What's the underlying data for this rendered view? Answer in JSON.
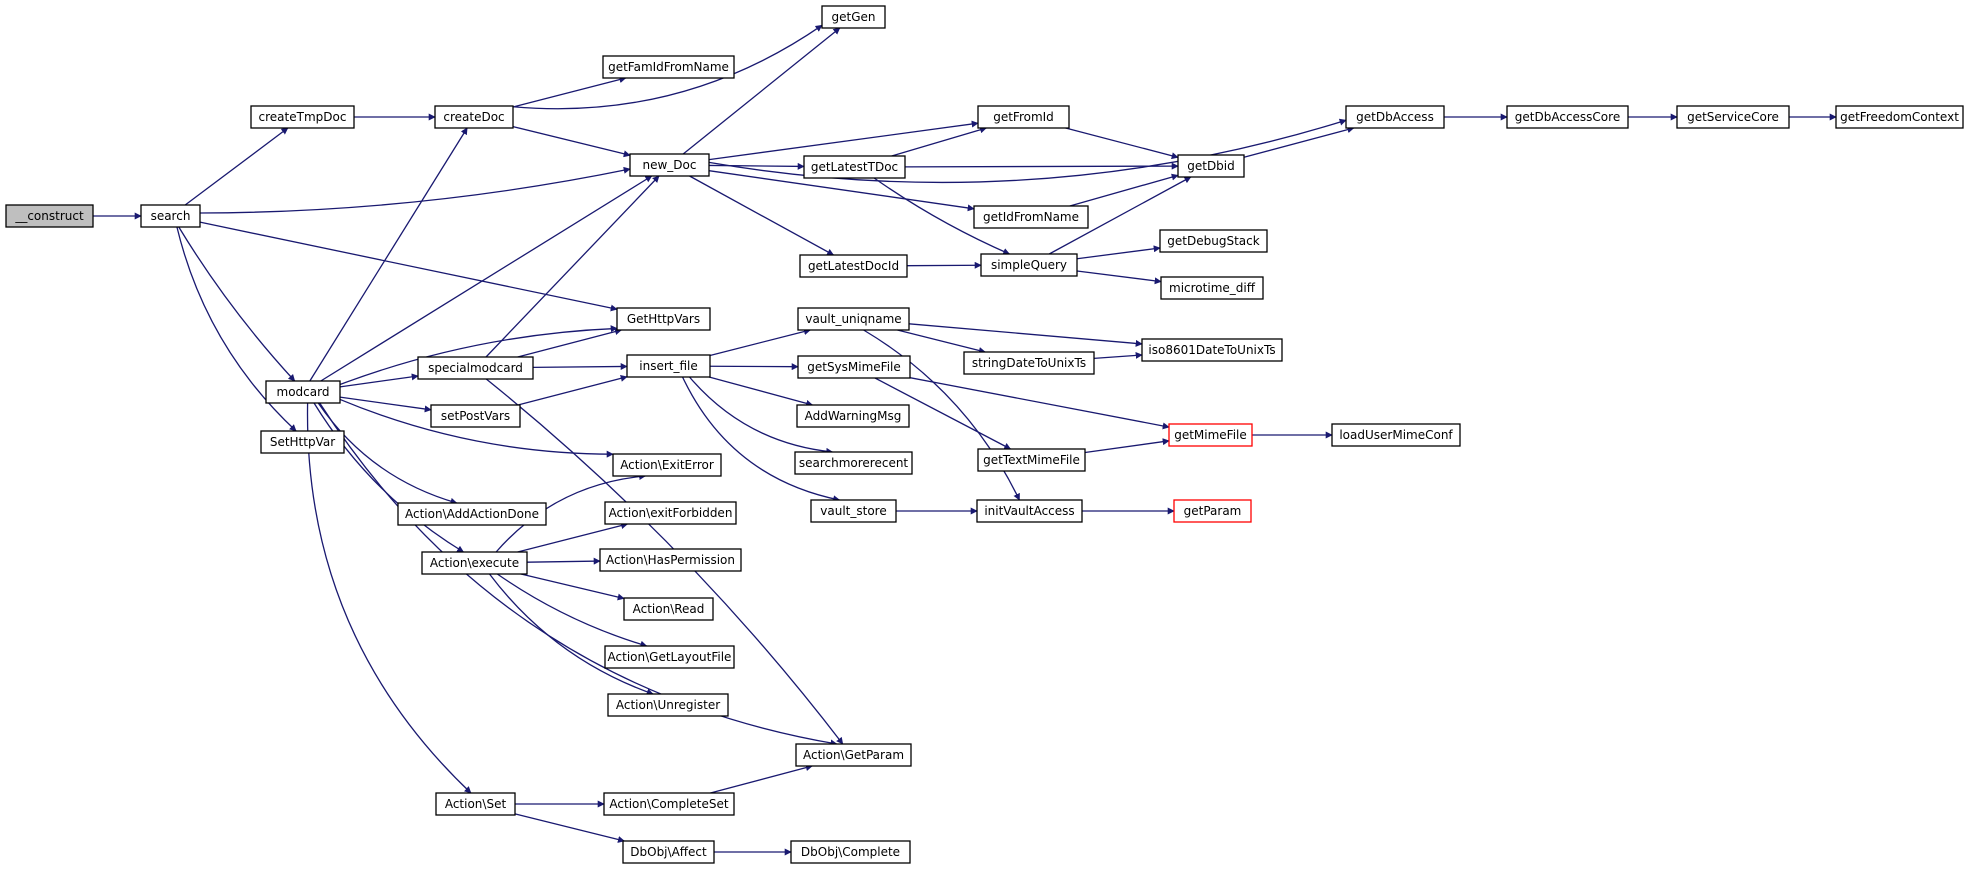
{
  "colors": {
    "edge": "#191970",
    "node_border": "#000000",
    "root_fill": "#bfbfbf",
    "truncated_border": "#ff0000",
    "background": "#ffffff"
  },
  "nodes": [
    {
      "id": "construct",
      "label": "__construct",
      "style": "root"
    },
    {
      "id": "search",
      "label": "search"
    },
    {
      "id": "createTmpDoc",
      "label": "createTmpDoc"
    },
    {
      "id": "createDoc",
      "label": "createDoc"
    },
    {
      "id": "getFamIdFromName",
      "label": "getFamIdFromName"
    },
    {
      "id": "getGen",
      "label": "getGen"
    },
    {
      "id": "new_Doc",
      "label": "new_Doc"
    },
    {
      "id": "getFromId",
      "label": "getFromId"
    },
    {
      "id": "getDbAccess",
      "label": "getDbAccess"
    },
    {
      "id": "getDbAccessCore",
      "label": "getDbAccessCore"
    },
    {
      "id": "getServiceCore",
      "label": "getServiceCore"
    },
    {
      "id": "getFreedomContext",
      "label": "getFreedomContext"
    },
    {
      "id": "getLatestTDoc",
      "label": "getLatestTDoc"
    },
    {
      "id": "getDbid",
      "label": "getDbid"
    },
    {
      "id": "getIdFromName",
      "label": "getIdFromName"
    },
    {
      "id": "getDebugStack",
      "label": "getDebugStack"
    },
    {
      "id": "getLatestDocId",
      "label": "getLatestDocId"
    },
    {
      "id": "simpleQuery",
      "label": "simpleQuery"
    },
    {
      "id": "microtime_diff",
      "label": "microtime_diff"
    },
    {
      "id": "GetHttpVars",
      "label": "GetHttpVars"
    },
    {
      "id": "vault_uniqname",
      "label": "vault_uniqname"
    },
    {
      "id": "stringDateToUnixTs",
      "label": "stringDateToUnixTs"
    },
    {
      "id": "iso8601DateToUnixTs",
      "label": "iso8601DateToUnixTs"
    },
    {
      "id": "modcard",
      "label": "modcard"
    },
    {
      "id": "specialmodcard",
      "label": "specialmodcard"
    },
    {
      "id": "insert_file",
      "label": "insert_file"
    },
    {
      "id": "getSysMimeFile",
      "label": "getSysMimeFile"
    },
    {
      "id": "SetHttpVar",
      "label": "SetHttpVar"
    },
    {
      "id": "setPostVars",
      "label": "setPostVars"
    },
    {
      "id": "AddWarningMsg",
      "label": "AddWarningMsg"
    },
    {
      "id": "getMimeFile",
      "label": "getMimeFile",
      "style": "truncated"
    },
    {
      "id": "loadUserMimeConf",
      "label": "loadUserMimeConf"
    },
    {
      "id": "getTextMimeFile",
      "label": "getTextMimeFile"
    },
    {
      "id": "searchmorerecent",
      "label": "searchmorerecent"
    },
    {
      "id": "ExitError",
      "label": "Action\\ExitError"
    },
    {
      "id": "AddActionDone",
      "label": "Action\\AddActionDone"
    },
    {
      "id": "vault_store",
      "label": "vault_store"
    },
    {
      "id": "initVaultAccess",
      "label": "initVaultAccess"
    },
    {
      "id": "getParam",
      "label": "getParam",
      "style": "truncated"
    },
    {
      "id": "exitForbidden",
      "label": "Action\\exitForbidden"
    },
    {
      "id": "execute",
      "label": "Action\\execute"
    },
    {
      "id": "HasPermission",
      "label": "Action\\HasPermission"
    },
    {
      "id": "Read",
      "label": "Action\\Read"
    },
    {
      "id": "GetLayoutFile",
      "label": "Action\\GetLayoutFile"
    },
    {
      "id": "Unregister",
      "label": "Action\\Unregister"
    },
    {
      "id": "GetParam",
      "label": "Action\\GetParam"
    },
    {
      "id": "Set",
      "label": "Action\\Set"
    },
    {
      "id": "CompleteSet",
      "label": "Action\\CompleteSet"
    },
    {
      "id": "Affect",
      "label": "DbObj\\Affect"
    },
    {
      "id": "Complete",
      "label": "DbObj\\Complete"
    }
  ],
  "edges": [
    [
      "construct",
      "search"
    ],
    [
      "search",
      "createTmpDoc"
    ],
    [
      "search",
      "new_Doc"
    ],
    [
      "search",
      "GetHttpVars"
    ],
    [
      "search",
      "modcard"
    ],
    [
      "search",
      "SetHttpVar"
    ],
    [
      "createTmpDoc",
      "createDoc"
    ],
    [
      "createDoc",
      "getFamIdFromName"
    ],
    [
      "createDoc",
      "getGen"
    ],
    [
      "createDoc",
      "new_Doc"
    ],
    [
      "new_Doc",
      "getGen"
    ],
    [
      "new_Doc",
      "getDbAccess"
    ],
    [
      "new_Doc",
      "getFromId"
    ],
    [
      "new_Doc",
      "getLatestTDoc"
    ],
    [
      "new_Doc",
      "getIdFromName"
    ],
    [
      "new_Doc",
      "getLatestDocId"
    ],
    [
      "getFromId",
      "getDbid"
    ],
    [
      "getLatestTDoc",
      "getFromId"
    ],
    [
      "getLatestTDoc",
      "getDbid"
    ],
    [
      "getLatestTDoc",
      "simpleQuery"
    ],
    [
      "getIdFromName",
      "getDbid"
    ],
    [
      "getLatestDocId",
      "simpleQuery"
    ],
    [
      "simpleQuery",
      "getDbid"
    ],
    [
      "simpleQuery",
      "getDebugStack"
    ],
    [
      "simpleQuery",
      "microtime_diff"
    ],
    [
      "getDbid",
      "getDbAccess"
    ],
    [
      "getDbAccess",
      "getDbAccessCore"
    ],
    [
      "getDbAccessCore",
      "getServiceCore"
    ],
    [
      "getServiceCore",
      "getFreedomContext"
    ],
    [
      "modcard",
      "createDoc"
    ],
    [
      "modcard",
      "new_Doc"
    ],
    [
      "modcard",
      "GetHttpVars"
    ],
    [
      "modcard",
      "specialmodcard"
    ],
    [
      "modcard",
      "setPostVars"
    ],
    [
      "modcard",
      "ExitError"
    ],
    [
      "modcard",
      "AddActionDone"
    ],
    [
      "modcard",
      "execute"
    ],
    [
      "modcard",
      "GetParam"
    ],
    [
      "modcard",
      "Set"
    ],
    [
      "specialmodcard",
      "new_Doc"
    ],
    [
      "specialmodcard",
      "GetHttpVars"
    ],
    [
      "specialmodcard",
      "insert_file"
    ],
    [
      "specialmodcard",
      "GetParam"
    ],
    [
      "setPostVars",
      "insert_file"
    ],
    [
      "insert_file",
      "vault_uniqname"
    ],
    [
      "insert_file",
      "getSysMimeFile"
    ],
    [
      "insert_file",
      "AddWarningMsg"
    ],
    [
      "insert_file",
      "searchmorerecent"
    ],
    [
      "insert_file",
      "vault_store"
    ],
    [
      "vault_uniqname",
      "iso8601DateToUnixTs"
    ],
    [
      "vault_uniqname",
      "stringDateToUnixTs"
    ],
    [
      "vault_uniqname",
      "initVaultAccess"
    ],
    [
      "stringDateToUnixTs",
      "iso8601DateToUnixTs"
    ],
    [
      "getSysMimeFile",
      "getMimeFile"
    ],
    [
      "getSysMimeFile",
      "getTextMimeFile"
    ],
    [
      "getTextMimeFile",
      "getMimeFile"
    ],
    [
      "getMimeFile",
      "loadUserMimeConf"
    ],
    [
      "vault_store",
      "initVaultAccess"
    ],
    [
      "initVaultAccess",
      "getParam"
    ],
    [
      "execute",
      "ExitError"
    ],
    [
      "execute",
      "exitForbidden"
    ],
    [
      "execute",
      "HasPermission"
    ],
    [
      "execute",
      "Read"
    ],
    [
      "execute",
      "GetLayoutFile"
    ],
    [
      "execute",
      "Unregister"
    ],
    [
      "Set",
      "CompleteSet"
    ],
    [
      "Set",
      "Affect"
    ],
    [
      "CompleteSet",
      "GetParam"
    ],
    [
      "Affect",
      "Complete"
    ]
  ]
}
